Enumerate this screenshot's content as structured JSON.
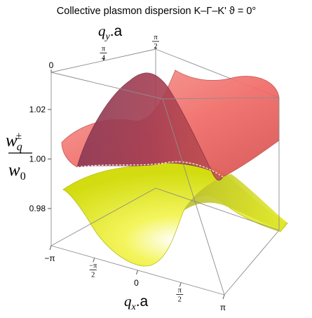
{
  "title": "Collective plasmon dispersion K–Γ–K' ϑ = 0°",
  "x_label": {
    "var": "q",
    "sub": "x",
    "suffix": ".a"
  },
  "y_label": {
    "var": "q",
    "sub": "y",
    "suffix": ".a"
  },
  "z_label": {
    "num_var": "w",
    "num_sub": "q",
    "num_sup": "±",
    "den_var": "w",
    "den_sub": "0"
  },
  "x_ticks": [
    {
      "value": -3.1416,
      "text": "−π"
    },
    {
      "value": -1.5708,
      "num": "−π",
      "den": "2"
    },
    {
      "value": 0,
      "text": "0"
    },
    {
      "value": 1.5708,
      "num": "π",
      "den": "2"
    },
    {
      "value": 3.1416,
      "text": "π"
    }
  ],
  "y_ticks": [
    {
      "value": 0,
      "text": "0"
    },
    {
      "value": 0.7854,
      "num": "π",
      "den": "4"
    },
    {
      "value": 1.5708,
      "num": "π",
      "den": "2"
    }
  ],
  "z_ticks": [
    {
      "value": 0.98,
      "text": "0.98"
    },
    {
      "value": 1.0,
      "text": "1.00"
    },
    {
      "value": 1.02,
      "text": "1.02"
    }
  ],
  "chart_data": {
    "type": "surface3d",
    "title": "Collective plasmon dispersion K–Γ–K' ϑ = 0°",
    "xlabel": "qx.a",
    "ylabel": "qy.a",
    "zlabel": "w±q / w0",
    "xlim": [
      -3.1416,
      3.1416
    ],
    "ylim": [
      0,
      1.5708
    ],
    "zlim": [
      0.965,
      1.035
    ],
    "grid": false,
    "surfaces": [
      {
        "name": "upper",
        "color": "#f06a66",
        "x": [
          -3.1416,
          -1.5708,
          0,
          1.5708,
          3.1416
        ],
        "y": [
          0,
          1.5708
        ],
        "z": [
          [
            1.009,
            1.028
          ],
          [
            1.014,
            1.022
          ],
          [
            1.032,
            1.02
          ],
          [
            1.014,
            1.022
          ],
          [
            1.0,
            1.028
          ]
        ]
      },
      {
        "name": "lower",
        "color": "#e6f02a",
        "x": [
          -3.1416,
          -1.5708,
          0,
          1.5708,
          3.1416
        ],
        "y": [
          0,
          1.5708
        ],
        "z": [
          [
            0.999,
            0.99
          ],
          [
            0.988,
            0.988
          ],
          [
            0.968,
            0.986
          ],
          [
            0.988,
            0.988
          ],
          [
            1.0,
            0.99
          ]
        ]
      }
    ],
    "degeneracy_points": [
      {
        "x": 3.1416,
        "y": 0,
        "z": 1.0
      }
    ]
  }
}
